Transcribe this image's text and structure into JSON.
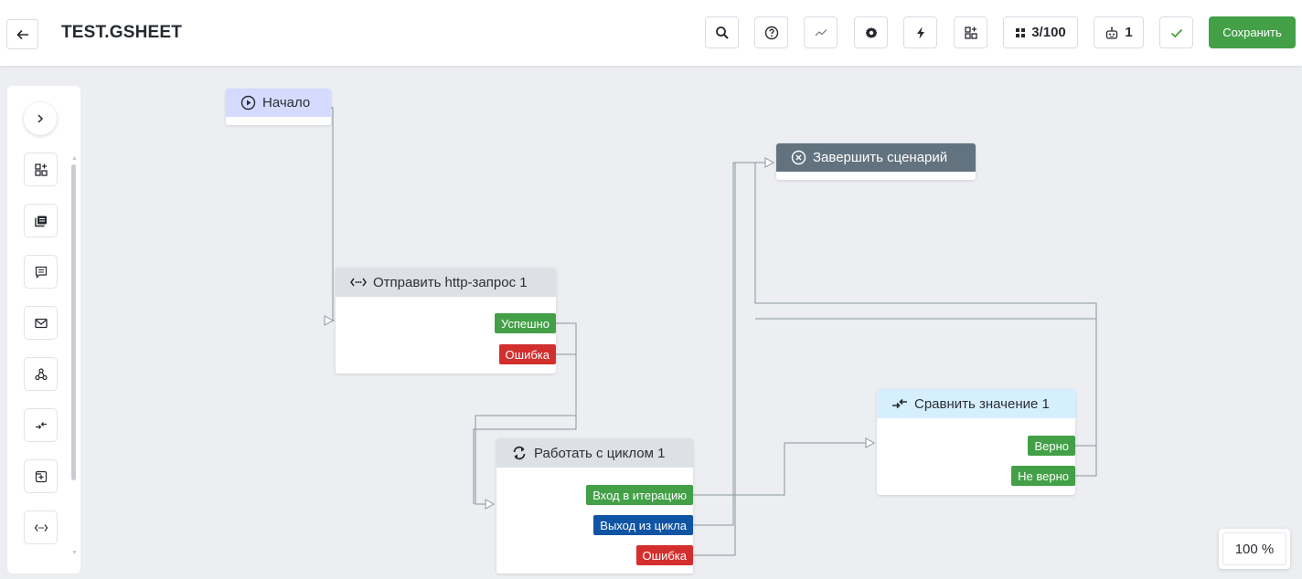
{
  "header": {
    "title": "TEST.GSHEET",
    "limit_counter": "3/100",
    "bot_counter": "1",
    "save_label": "Сохранить"
  },
  "canvas": {
    "zoom_level": "100 %"
  },
  "nodes": {
    "start": {
      "title": "Начало"
    },
    "http": {
      "title": "Отправить http-запрос 1",
      "outputs": [
        "Успешно",
        "Ошибка"
      ]
    },
    "loop": {
      "title": "Работать с циклом 1",
      "outputs": [
        "Вход в итерацию",
        "Выход из цикла",
        "Ошибка"
      ]
    },
    "finish": {
      "title": "Завершить сценарий"
    },
    "compare": {
      "title": "Сравнить значение 1",
      "outputs": [
        "Верно",
        "Не верно"
      ]
    }
  },
  "colors": {
    "success": "#43a047",
    "error": "#d32f2f",
    "exit": "#1055a3",
    "start_head": "#d5daff",
    "neutral_head": "#dde1e6",
    "finish_head": "#62737f",
    "compare_head": "#d6efff",
    "link_line": "#8a969f"
  }
}
